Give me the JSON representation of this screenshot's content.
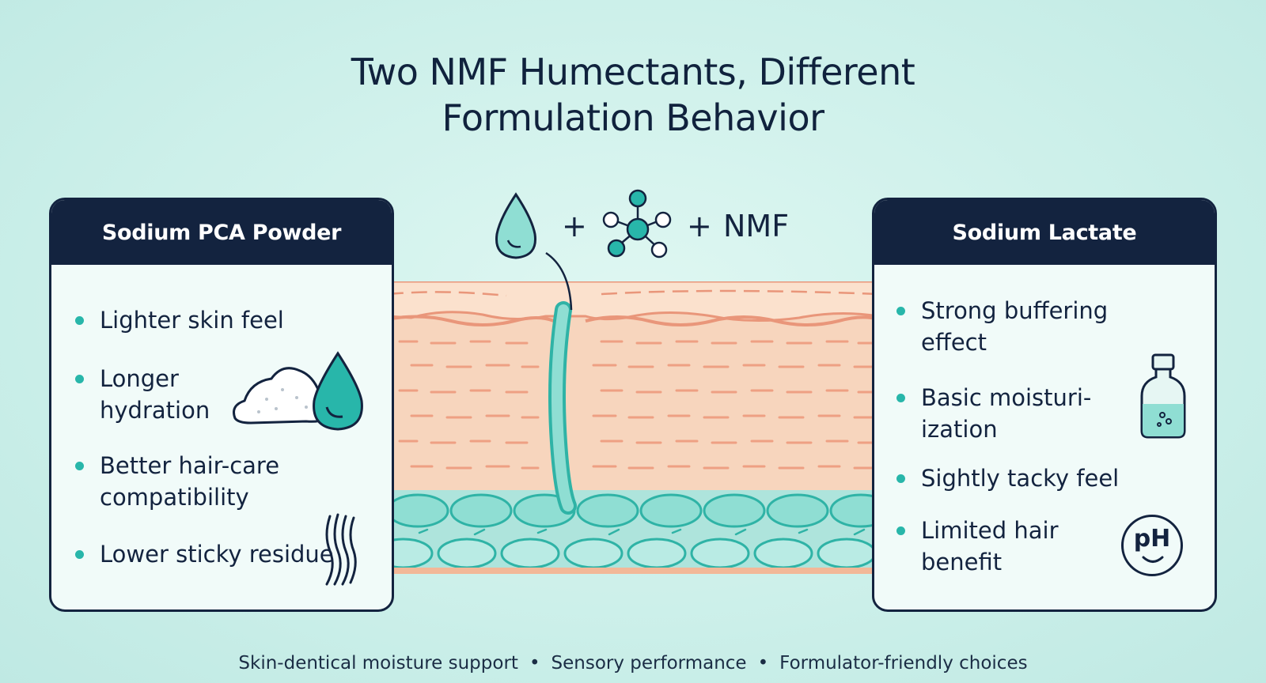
{
  "title": {
    "line1": "Two NMF Humectants, Different",
    "line2": "Formulation Behavior"
  },
  "formula": {
    "plus1": "+",
    "plus2": "+",
    "label": "NMF",
    "icons": [
      "water-drop-icon",
      "molecule-icon"
    ]
  },
  "left_card": {
    "header": "Sodium PCA Powder",
    "bullets": [
      "Lighter skin feel",
      "Longer\nhydration",
      "Better hair-care\ncompatibility",
      "Lower sticky residue"
    ],
    "icons": [
      "powder-pile-icon",
      "water-drop-icon",
      "hair-strands-icon"
    ]
  },
  "right_card": {
    "header": "Sodium Lactate",
    "bullets": [
      "Strong buffering\neffect",
      "Basic moisturi-\nization",
      "Sightly tacky feel",
      "Limited hair\nbenefit"
    ],
    "icons": [
      "bottle-icon",
      "ph-icon"
    ],
    "ph_label": "pH"
  },
  "footer": {
    "items": [
      "Skin-dentical moisture support",
      "Sensory performance",
      "Formulator-friendly choices"
    ],
    "separator": "•"
  },
  "colors": {
    "navy": "#13233f",
    "teal": "#28b6aa",
    "skin_peach": "#f6cdb0",
    "skin_outline": "#e9967a",
    "background": "#cdf0ea"
  }
}
